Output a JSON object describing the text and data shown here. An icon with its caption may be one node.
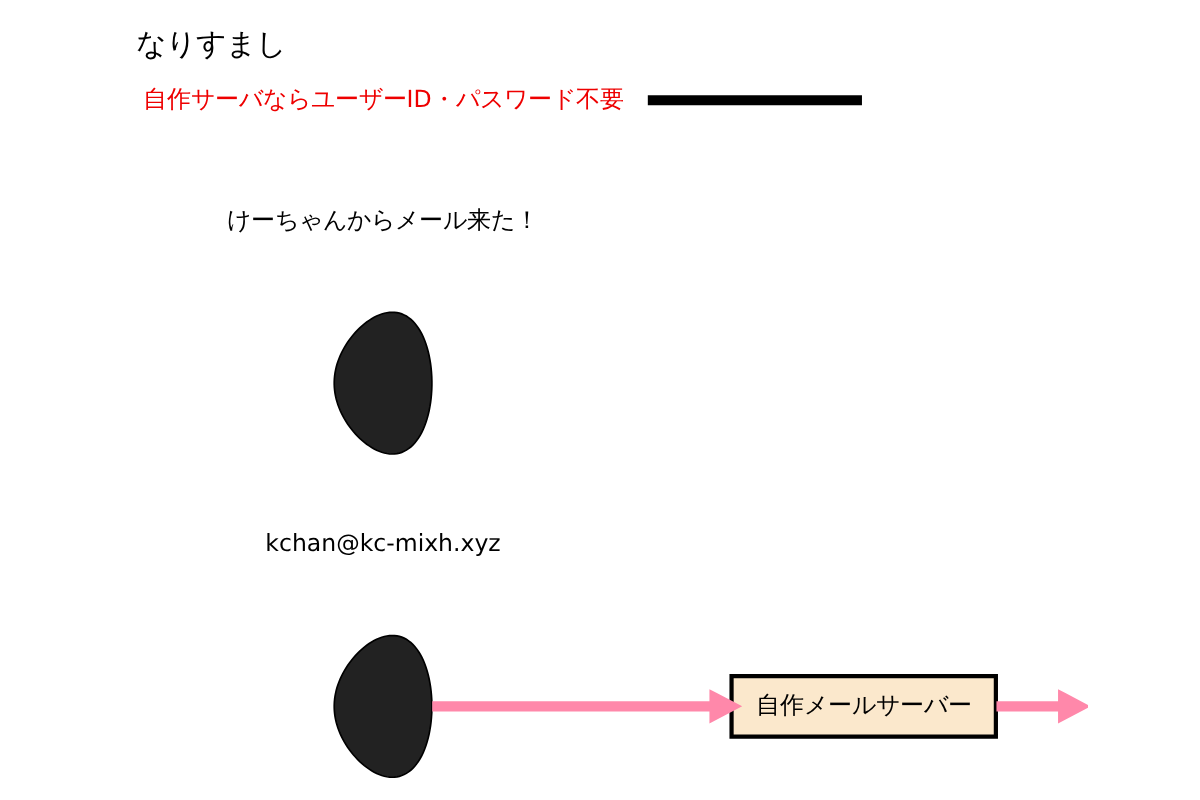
{
  "diagram": {
    "title": "なりすまし",
    "nodes": [
      {
        "text": [],
        "shape": "person",
        "beside": [
          "kchan@kc-mixh.xyz"
        ]
      },
      {
        "text": [
          "自作メールサーバー"
        ]
      },
      {
        "text": [],
        "shape": "person",
        "beside": [
          "けーちゃんからメール来た！"
        ]
      },
      {
        "text": [
          "自作サーバならユーザーID・パスワード不要"
        ]
      }
    ],
    "edges": [
      {
        "from": 0,
        "to": 1,
        "arrow": "to",
        "color": "#ff88aa"
      },
      {
        "from": 1,
        "to": null,
        "arrow": "to",
        "color": "#ff88aa"
      },
      {
        "from": 3,
        "to": null,
        "arrow": "none",
        "color": "#000000"
      }
    ]
  }
}
